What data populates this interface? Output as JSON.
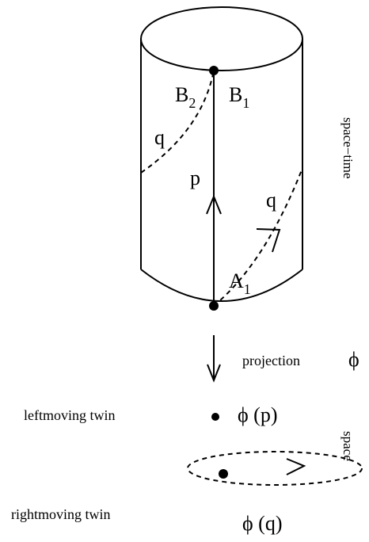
{
  "labels": {
    "B2": "B",
    "B2_sub": "2",
    "B1": "B",
    "B1_sub": "1",
    "q_left": "q",
    "p": "p",
    "q_right": "q",
    "A1": "A",
    "A1_sub": "1",
    "spacetime": "space−time",
    "projection": "projection",
    "phi": "ϕ",
    "leftmoving": "leftmoving twin",
    "phi_p": "ϕ (p)",
    "space": "space",
    "rightmoving": "rightmoving twin",
    "phi_q": "ϕ (q)"
  }
}
